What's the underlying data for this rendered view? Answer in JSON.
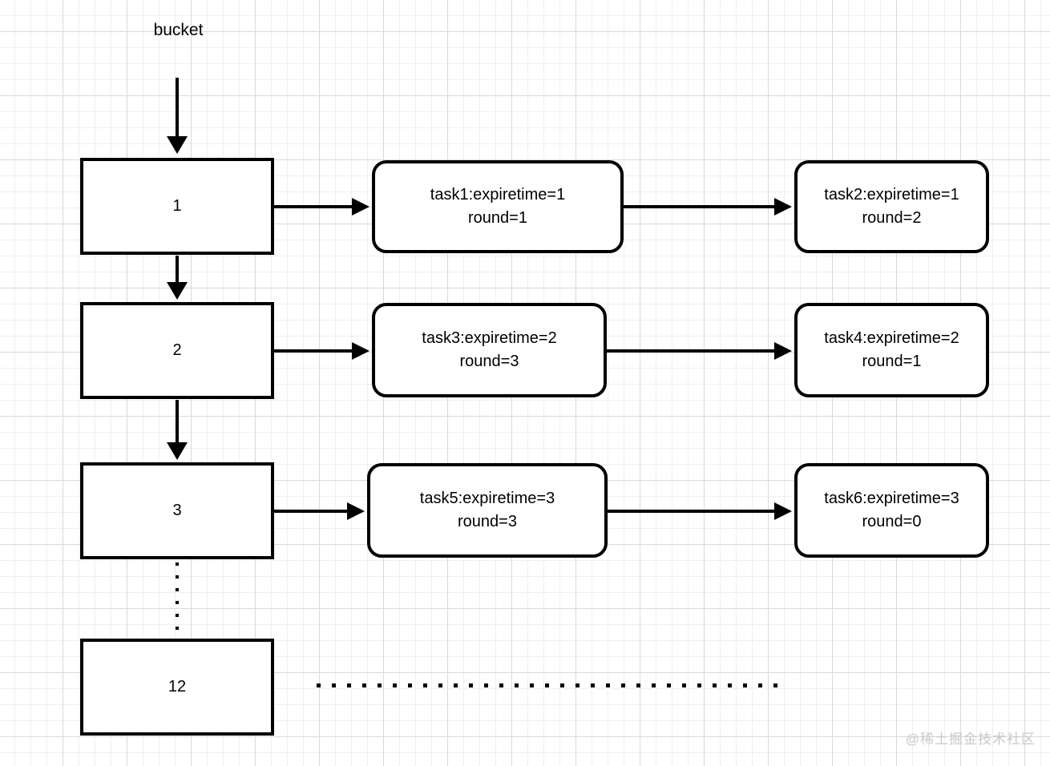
{
  "watermark": "@稀土掘金技术社区",
  "diagram": {
    "bucket_label": "bucket",
    "buckets": [
      {
        "label": "1"
      },
      {
        "label": "2"
      },
      {
        "label": "3"
      },
      {
        "label": "12"
      }
    ],
    "tasks": [
      {
        "line1": "task1:expiretime=1",
        "line2": "round=1"
      },
      {
        "line1": "task2:expiretime=1",
        "line2": "round=2"
      },
      {
        "line1": "task3:expiretime=2",
        "line2": "round=3"
      },
      {
        "line1": "task4:expiretime=2",
        "line2": "round=1"
      },
      {
        "line1": "task5:expiretime=3",
        "line2": "round=3"
      },
      {
        "line1": "task6:expiretime=3",
        "line2": "round=0"
      }
    ],
    "colors": {
      "stroke": "#000000",
      "node_fill": "#ffffff",
      "grid_minor": "#efefef",
      "grid_major": "#d9d9d9",
      "watermark": "#c9c9c9"
    }
  }
}
